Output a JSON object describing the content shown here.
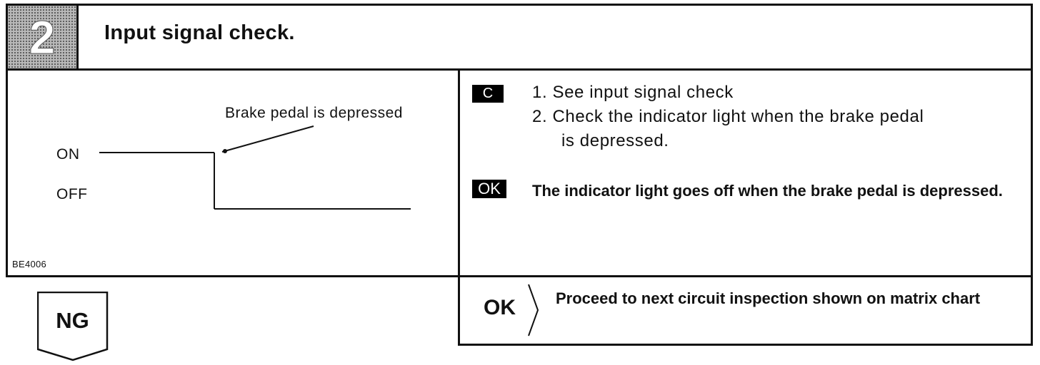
{
  "header": {
    "step_number": "2",
    "title": "Input signal check."
  },
  "diagram": {
    "annotation": "Brake pedal is depressed",
    "on_label": "ON",
    "off_label": "OFF",
    "figure_id": "BE4006"
  },
  "check": {
    "badge": "C",
    "items": [
      "1.  See input signal check",
      "2.  Check the indicator light when the brake pedal",
      "is depressed."
    ]
  },
  "ok_result": {
    "badge": "OK",
    "text": "The indicator light goes off when the brake pedal is depressed."
  },
  "ok_branch": {
    "label": "OK",
    "text": "Proceed to next circuit inspection shown on matrix chart"
  },
  "ng_branch": {
    "label": "NG"
  }
}
